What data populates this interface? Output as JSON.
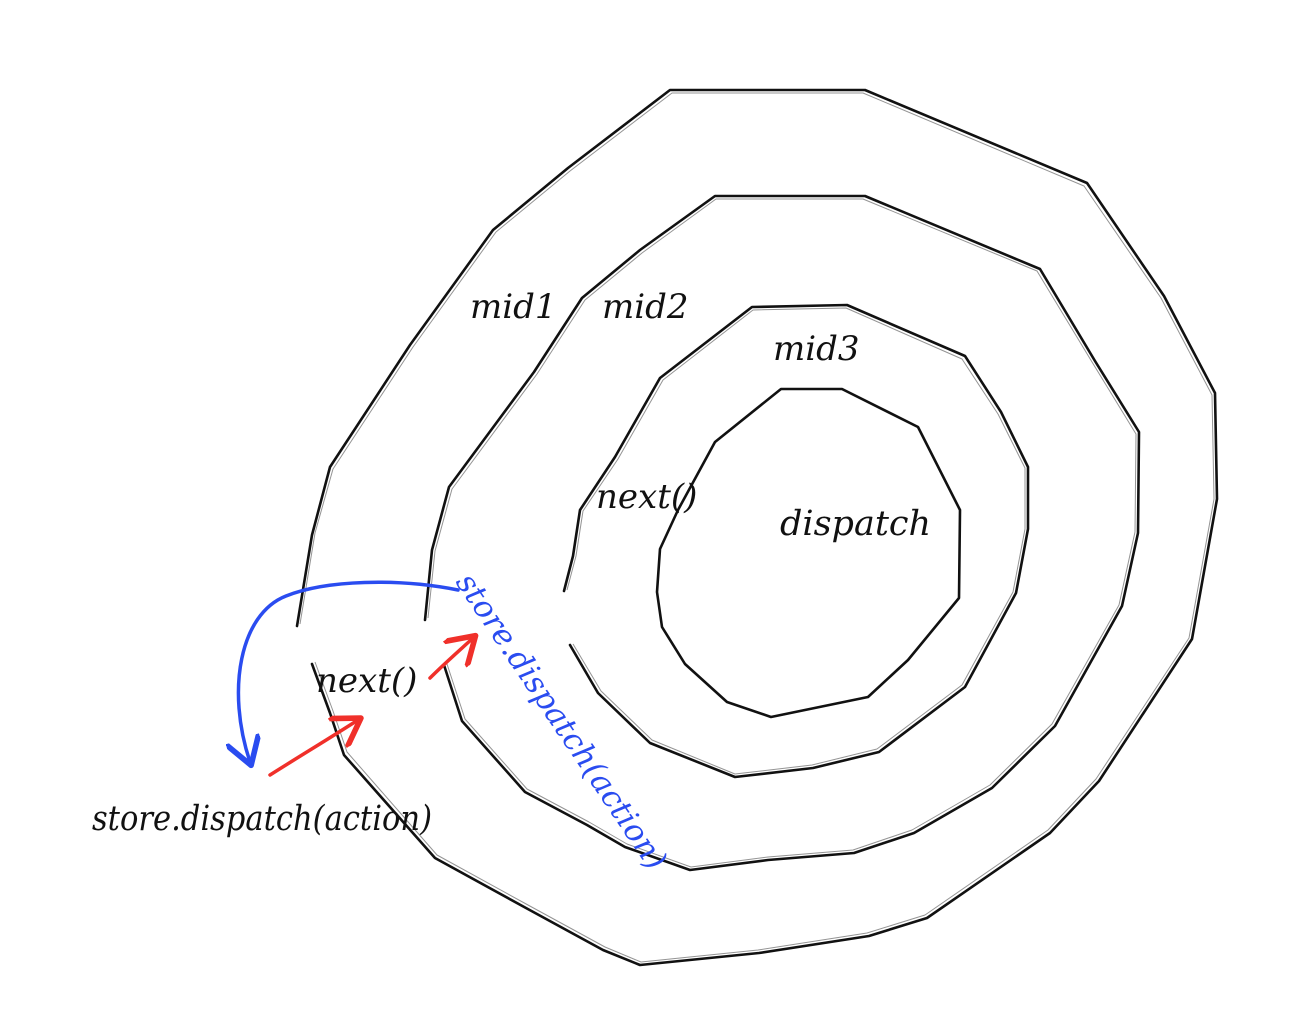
{
  "diagram": {
    "layers": [
      {
        "id": "mid1",
        "label": "mid1"
      },
      {
        "id": "mid2",
        "label": "mid2"
      },
      {
        "id": "mid3",
        "label": "mid3"
      },
      {
        "id": "dispatch",
        "label": "dispatch"
      }
    ],
    "calls": {
      "outer_next": "next()",
      "inner_next": "next()",
      "entry_call": "store.dispatch(action)",
      "redispatch_call": "store.dispatch(action)"
    },
    "colors": {
      "ring_stroke": "#111111",
      "next_arrow": "#f0302a",
      "redispatch_arrow": "#2a4cf0",
      "redispatch_text": "#2a4cf0"
    }
  }
}
